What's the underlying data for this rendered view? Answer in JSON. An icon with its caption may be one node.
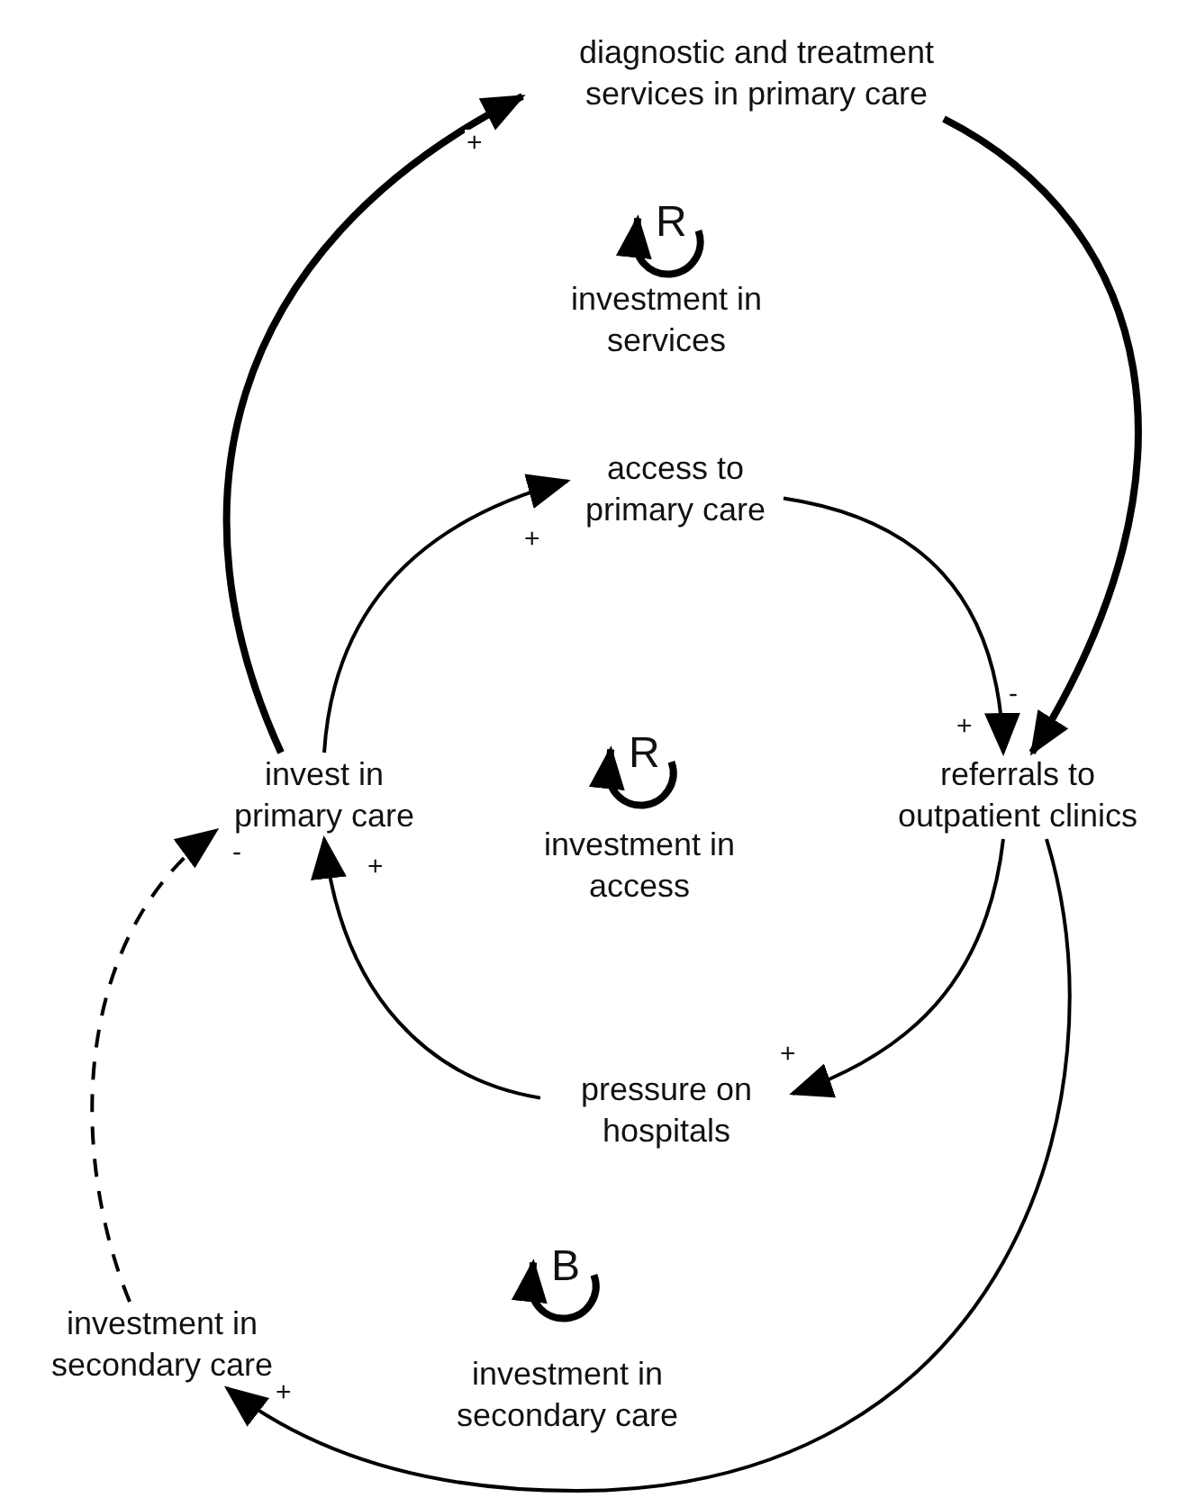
{
  "diagram": {
    "nodes": [
      {
        "text": [
          "diagnostic and treatment services in primary care"
        ]
      },
      {
        "text": [
          "access to primary care"
        ]
      },
      {
        "text": [
          "invest in primary care"
        ]
      },
      {
        "text": [
          "referrals to outpatient clinics"
        ]
      },
      {
        "text": [
          "pressure on hospitals"
        ]
      },
      {
        "text": [
          "investment in secondary care"
        ]
      }
    ],
    "edges": [
      {
        "from": 2,
        "to": 0,
        "arrow": "to",
        "label": "+",
        "style": "thick"
      },
      {
        "from": 0,
        "to": 3,
        "arrow": "to",
        "label": "+",
        "style": "thick"
      },
      {
        "from": 2,
        "to": 1,
        "arrow": "to",
        "label": "+"
      },
      {
        "from": 1,
        "to": 3,
        "arrow": "to",
        "label": "-"
      },
      {
        "from": 3,
        "to": 4,
        "arrow": "to",
        "label": "+"
      },
      {
        "from": 4,
        "to": 2,
        "arrow": "to",
        "label": "+"
      },
      {
        "from": 3,
        "to": 5,
        "arrow": "to",
        "label": "+"
      },
      {
        "from": 5,
        "to": 2,
        "arrow": "to",
        "label": "-",
        "style": "dashed"
      }
    ],
    "labels": [
      "R",
      "investment in services",
      "R",
      "investment in access",
      "B",
      "investment in secondary care"
    ]
  }
}
